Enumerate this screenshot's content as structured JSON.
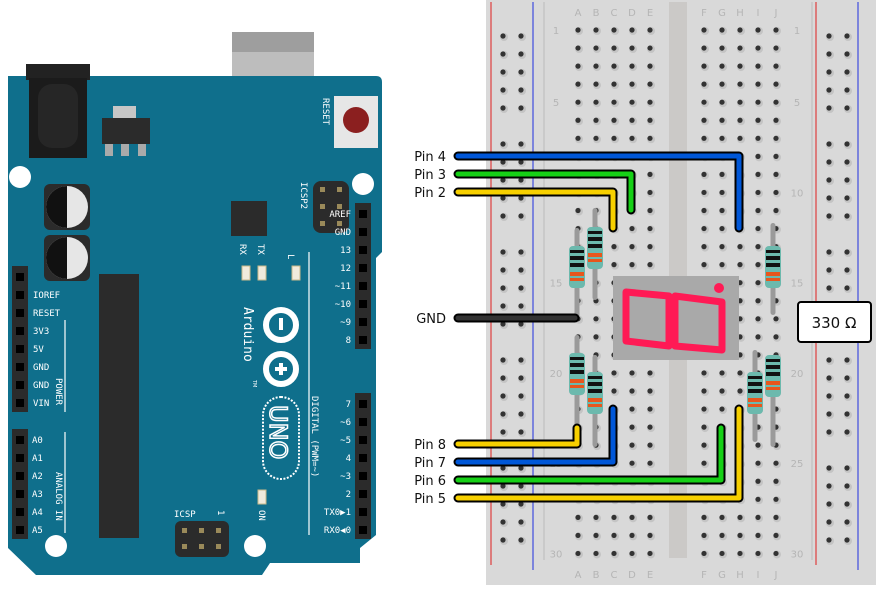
{
  "diagram": {
    "title": "Arduino UNO driving a 7-segment display on a breadboard",
    "arduino": {
      "brand": "Arduino",
      "trademark": "TM",
      "model": "UNO",
      "labels": {
        "reset": "RESET",
        "icsp2": "ICSP2",
        "icsp": "ICSP",
        "icsp_pin1": "1",
        "rx": "RX",
        "tx": "TX",
        "l": "L",
        "on": "ON",
        "power_group": "POWER",
        "analog_group": "ANALOG IN",
        "digital_group": "DIGITAL (PWM=~)"
      },
      "power_pins": [
        "IOREF",
        "RESET",
        "3V3",
        "5V",
        "GND",
        "GND",
        "VIN"
      ],
      "analog_pins": [
        "A0",
        "A1",
        "A2",
        "A3",
        "A4",
        "A5"
      ],
      "digital_high_pins": [
        "AREF",
        "GND",
        "13",
        "12",
        "~11",
        "~10",
        "~9",
        "8"
      ],
      "digital_low_pins": [
        "7",
        "~6",
        "~5",
        "4",
        "~3",
        "2",
        "TX0▶1",
        "RX0◀0"
      ],
      "colors": {
        "board": "#0f6f8c",
        "header": "#2b2b2b",
        "reset_button": "#8b1f1f"
      }
    },
    "breadboard": {
      "columns_left": [
        "A",
        "B",
        "C",
        "D",
        "E"
      ],
      "columns_right": [
        "F",
        "G",
        "H",
        "I",
        "J"
      ],
      "row_labels": [
        "1",
        "5",
        "10",
        "15",
        "20",
        "25",
        "30"
      ],
      "rows": 30,
      "colors": {
        "body": "#d9d9d9",
        "rail_positive": "#e02020",
        "rail_negative": "#2030e0"
      }
    },
    "seven_segment": {
      "color": "#ff1a55",
      "body": "#a9a9a9"
    },
    "resistor_label": "330 Ω",
    "wires": [
      {
        "label": "Pin 4",
        "color": "#0057d8"
      },
      {
        "label": "Pin 3",
        "color": "#16d016"
      },
      {
        "label": "Pin 2",
        "color": "#f7d000"
      },
      {
        "label": "GND",
        "color": "#333333"
      },
      {
        "label": "Pin 8",
        "color": "#f7d000"
      },
      {
        "label": "Pin 7",
        "color": "#0057d8"
      },
      {
        "label": "Pin 6",
        "color": "#16d016"
      },
      {
        "label": "Pin 5",
        "color": "#f7d000"
      }
    ]
  }
}
